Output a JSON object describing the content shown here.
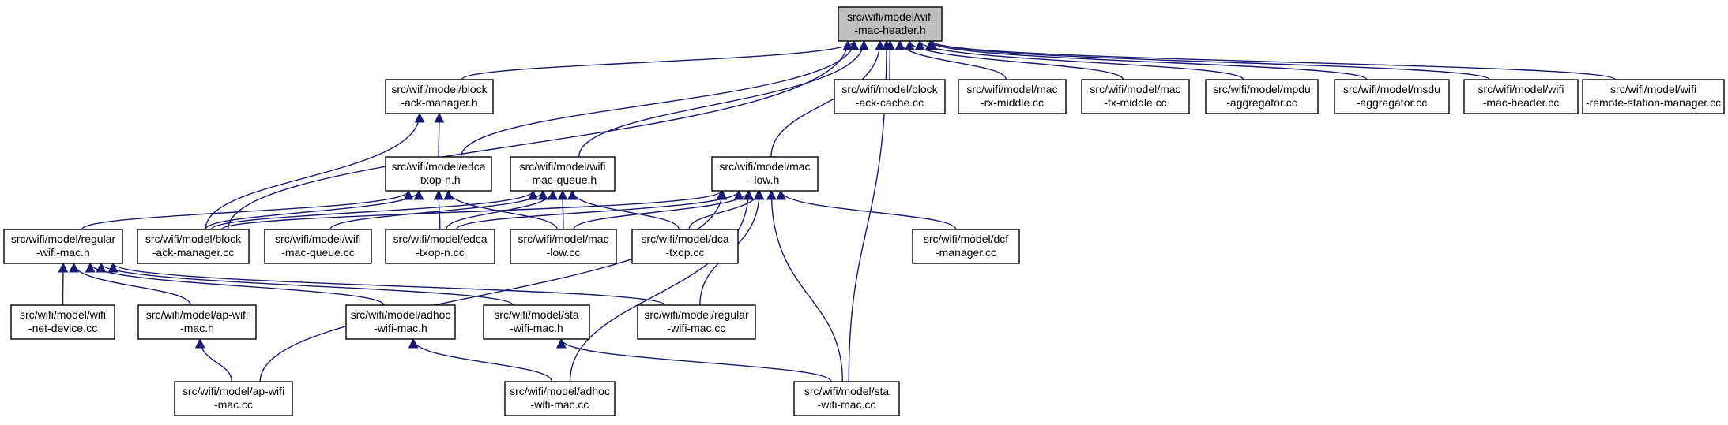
{
  "graph": {
    "title": "src/wifi/model/wifi-mac-header.h include dependency graph",
    "colors": {
      "edge": "#191970",
      "root_fill": "#bfbfbf",
      "node_fill": "#ffffff",
      "node_border": "#000000"
    },
    "nodes": [
      {
        "id": "root",
        "line1": "src/wifi/model/wifi",
        "line2": "-mac-header.h",
        "root": true
      },
      {
        "id": "ba_mgr_h",
        "line1": "src/wifi/model/block",
        "line2": "-ack-manager.h"
      },
      {
        "id": "ba_cache_cc",
        "line1": "src/wifi/model/block",
        "line2": "-ack-cache.cc"
      },
      {
        "id": "mac_rx_cc",
        "line1": "src/wifi/model/mac",
        "line2": "-rx-middle.cc"
      },
      {
        "id": "mac_tx_cc",
        "line1": "src/wifi/model/mac",
        "line2": "-tx-middle.cc"
      },
      {
        "id": "mpdu_cc",
        "line1": "src/wifi/model/mpdu",
        "line2": "-aggregator.cc"
      },
      {
        "id": "msdu_cc",
        "line1": "src/wifi/model/msdu",
        "line2": "-aggregator.cc"
      },
      {
        "id": "wmh_cc",
        "line1": "src/wifi/model/wifi",
        "line2": "-mac-header.cc"
      },
      {
        "id": "wrsm_cc",
        "line1": "src/wifi/model/wifi",
        "line2": "-remote-station-manager.cc"
      },
      {
        "id": "edca_h",
        "line1": "src/wifi/model/edca",
        "line2": "-txop-n.h"
      },
      {
        "id": "wmq_h",
        "line1": "src/wifi/model/wifi",
        "line2": "-mac-queue.h"
      },
      {
        "id": "maclow_h",
        "line1": "src/wifi/model/mac",
        "line2": "-low.h"
      },
      {
        "id": "regular_h",
        "line1": "src/wifi/model/regular",
        "line2": "-wifi-mac.h"
      },
      {
        "id": "ba_mgr_cc",
        "line1": "src/wifi/model/block",
        "line2": "-ack-manager.cc"
      },
      {
        "id": "wmq_cc",
        "line1": "src/wifi/model/wifi",
        "line2": "-mac-queue.cc"
      },
      {
        "id": "edca_cc",
        "line1": "src/wifi/model/edca",
        "line2": "-txop-n.cc"
      },
      {
        "id": "maclow_cc",
        "line1": "src/wifi/model/mac",
        "line2": "-low.cc"
      },
      {
        "id": "dca_cc",
        "line1": "src/wifi/model/dca",
        "line2": "-txop.cc"
      },
      {
        "id": "dcf_cc",
        "line1": "src/wifi/model/dcf",
        "line2": "-manager.cc"
      },
      {
        "id": "netdev_cc",
        "line1": "src/wifi/model/wifi",
        "line2": "-net-device.cc"
      },
      {
        "id": "ap_h",
        "line1": "src/wifi/model/ap-wifi",
        "line2": "-mac.h"
      },
      {
        "id": "adhoc_h",
        "line1": "src/wifi/model/adhoc",
        "line2": "-wifi-mac.h"
      },
      {
        "id": "sta_h",
        "line1": "src/wifi/model/sta",
        "line2": "-wifi-mac.h"
      },
      {
        "id": "regular_cc",
        "line1": "src/wifi/model/regular",
        "line2": "-wifi-mac.cc"
      },
      {
        "id": "ap_cc",
        "line1": "src/wifi/model/ap-wifi",
        "line2": "-mac.cc"
      },
      {
        "id": "adhoc_cc",
        "line1": "src/wifi/model/adhoc",
        "line2": "-wifi-mac.cc"
      },
      {
        "id": "sta_cc",
        "line1": "src/wifi/model/sta",
        "line2": "-wifi-mac.cc"
      }
    ],
    "edges": [
      {
        "from": "ba_mgr_h",
        "to": "root"
      },
      {
        "from": "ba_cache_cc",
        "to": "root"
      },
      {
        "from": "mac_rx_cc",
        "to": "root"
      },
      {
        "from": "mac_tx_cc",
        "to": "root"
      },
      {
        "from": "mpdu_cc",
        "to": "root"
      },
      {
        "from": "msdu_cc",
        "to": "root"
      },
      {
        "from": "wmh_cc",
        "to": "root"
      },
      {
        "from": "wrsm_cc",
        "to": "root"
      },
      {
        "from": "edca_h",
        "to": "root"
      },
      {
        "from": "wmq_h",
        "to": "root"
      },
      {
        "from": "maclow_h",
        "to": "root"
      },
      {
        "from": "ba_mgr_cc",
        "to": "root"
      },
      {
        "from": "sta_cc",
        "to": "root"
      },
      {
        "from": "edca_h",
        "to": "ba_mgr_h"
      },
      {
        "from": "ba_mgr_cc",
        "to": "ba_mgr_h"
      },
      {
        "from": "regular_h",
        "to": "edca_h"
      },
      {
        "from": "ba_mgr_cc",
        "to": "edca_h"
      },
      {
        "from": "edca_cc",
        "to": "edca_h"
      },
      {
        "from": "maclow_cc",
        "to": "edca_h"
      },
      {
        "from": "ba_mgr_cc",
        "to": "wmq_h"
      },
      {
        "from": "wmq_cc",
        "to": "wmq_h"
      },
      {
        "from": "edca_cc",
        "to": "wmq_h"
      },
      {
        "from": "maclow_cc",
        "to": "wmq_h"
      },
      {
        "from": "dca_cc",
        "to": "wmq_h"
      },
      {
        "from": "ba_mgr_cc",
        "to": "maclow_h"
      },
      {
        "from": "edca_cc",
        "to": "maclow_h"
      },
      {
        "from": "maclow_cc",
        "to": "maclow_h"
      },
      {
        "from": "dca_cc",
        "to": "maclow_h"
      },
      {
        "from": "dcf_cc",
        "to": "maclow_h"
      },
      {
        "from": "regular_cc",
        "to": "maclow_h"
      },
      {
        "from": "ap_cc",
        "to": "maclow_h"
      },
      {
        "from": "adhoc_cc",
        "to": "maclow_h"
      },
      {
        "from": "sta_cc",
        "to": "maclow_h"
      },
      {
        "from": "netdev_cc",
        "to": "regular_h"
      },
      {
        "from": "ap_h",
        "to": "regular_h"
      },
      {
        "from": "adhoc_h",
        "to": "regular_h"
      },
      {
        "from": "sta_h",
        "to": "regular_h"
      },
      {
        "from": "regular_cc",
        "to": "regular_h"
      },
      {
        "from": "ap_cc",
        "to": "ap_h"
      },
      {
        "from": "adhoc_cc",
        "to": "adhoc_h"
      },
      {
        "from": "sta_cc",
        "to": "sta_h"
      }
    ]
  }
}
